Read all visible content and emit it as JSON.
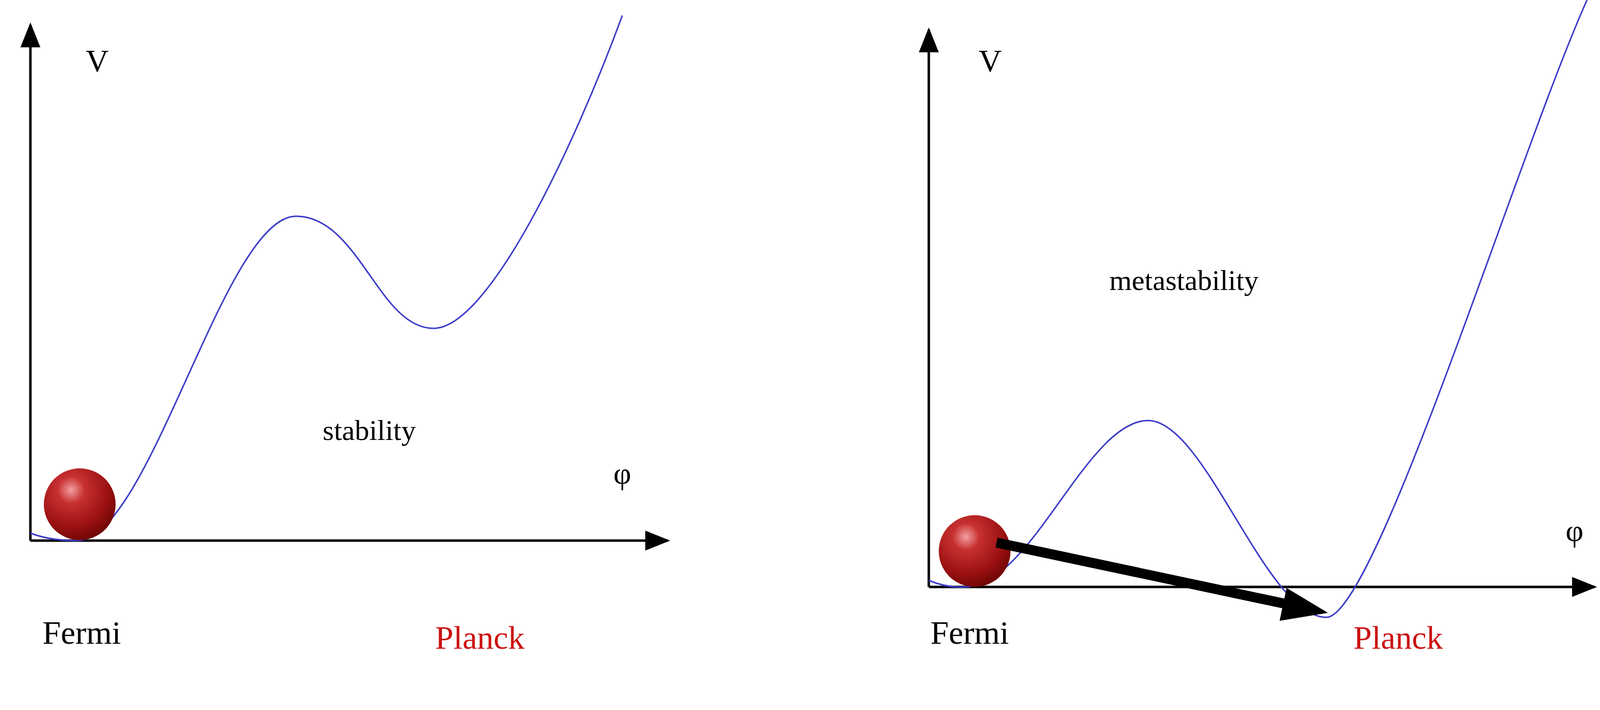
{
  "diagram": {
    "labels": [
      "V",
      "stability",
      "φ",
      "Fermi",
      "Planck",
      "V",
      "metastability",
      "φ",
      "Fermi",
      "Planck"
    ]
  }
}
